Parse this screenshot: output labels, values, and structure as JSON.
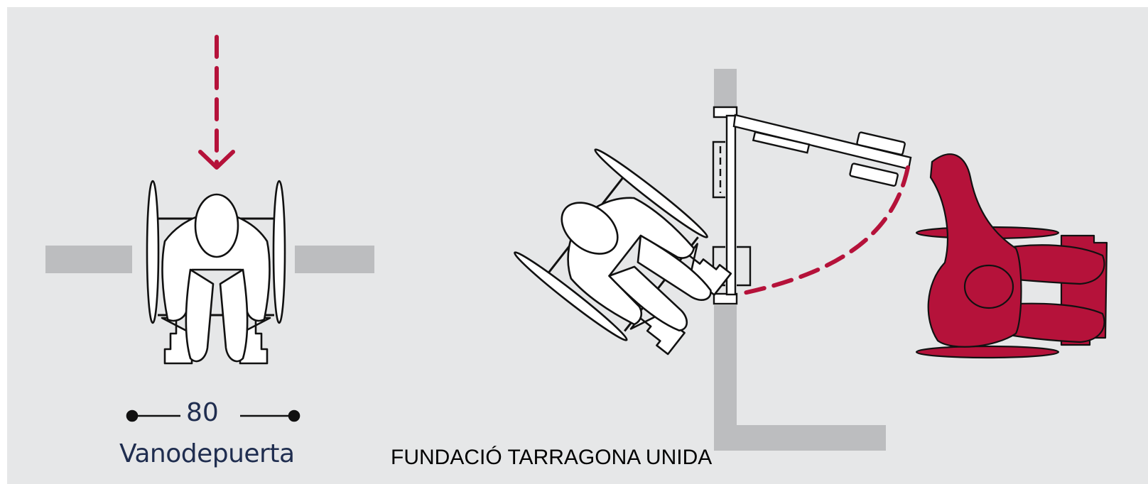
{
  "dimension": {
    "value": "80"
  },
  "caption": "Vanodepuerta",
  "footer": {
    "organization": "FUNDACIÓ TARRAGONA UNIDA"
  },
  "colors": {
    "background": "#e6e7e8",
    "wall": "#bcbdbf",
    "accent": "#b5123a",
    "outline": "#111111",
    "text": "#1f2d4f"
  },
  "icons": [
    "arrow-down-icon",
    "wheelchair-user-icon",
    "door-leaf-icon",
    "door-swing-arc-icon"
  ]
}
